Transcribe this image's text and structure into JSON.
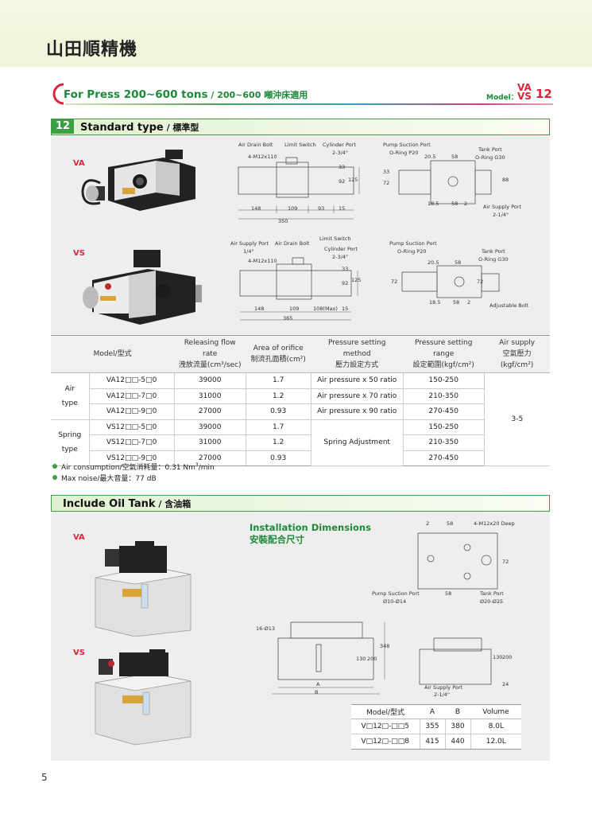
{
  "brand": "山田順精機",
  "press": {
    "title": "For Press 200~600 tons",
    "subtitle": " / 200~600 噸沖床適用",
    "model_label": "Model：",
    "model_va": "VA",
    "model_vs": "VS",
    "model_num": "12"
  },
  "section1": {
    "num": "12",
    "title": "Standard type",
    "subtitle": " / 標準型"
  },
  "section2": {
    "title": "Include Oil Tank",
    "subtitle": " / 含油箱"
  },
  "labels": {
    "va": "VA",
    "vs": "VS"
  },
  "drawing_va_side": {
    "air_drain_bolt": "Air Drain Bolt",
    "m12": "4-M12x110",
    "limit_switch": "Limit Switch",
    "cyl_port": "Cylinder Port",
    "cyl_size": "2-3/4\"",
    "d148": "148",
    "d109": "109",
    "d93": "93",
    "d350": "350",
    "d33": "33",
    "d92": "92",
    "d125": "125",
    "d15": "15"
  },
  "drawing_va_end": {
    "pump_port": "Pump Suction Port",
    "pump_ring": "O-Ring P20",
    "tank_port": "Tank Port",
    "tank_ring": "O-Ring G30",
    "d205": "20.5",
    "d58": "58",
    "d33": "33",
    "d72": "72",
    "d88": "88",
    "d185": "18.5",
    "d58b": "58",
    "d2": "2",
    "air_supply": "Air Supply Port",
    "air_size": "2-1/4\""
  },
  "drawing_vs_side": {
    "air_supply": "Air Supply Port",
    "air_size": "1/4\"",
    "air_drain": "Air Drain Bolt",
    "m12": "4-M12x110",
    "limit_switch": "Limit Switch",
    "cyl_port": "Cylinder Port",
    "cyl_size": "2-3/4\"",
    "d148": "148",
    "d109": "109",
    "d108": "108(Max)",
    "d365": "365",
    "d33": "33",
    "d92": "92",
    "d125": "125",
    "d15": "15"
  },
  "drawing_vs_end": {
    "pump_port": "Pump Suction Port",
    "pump_ring": "O-Ring P20",
    "tank_port": "Tank Port",
    "tank_ring": "O-Ring G30",
    "d205": "20.5",
    "d58": "58",
    "d72": "72",
    "d72b": "72",
    "d185": "18.5",
    "d58b": "58",
    "d2": "2",
    "adj_bolt": "Adjustable Bolt"
  },
  "spec": {
    "headers": {
      "model": "Model/型式",
      "flow_en": "Releasing flow rate",
      "flow_zh": "洩放流量(cm³/sec)",
      "orifice_en": "Area of orifice",
      "orifice_zh": "制流孔面積(cm²)",
      "method_en": "Pressure setting method",
      "method_zh": "壓力設定方式",
      "range_en": "Pressure setting range",
      "range_zh": "設定範圍(kgf/cm²)",
      "supply_en": "Air supply",
      "supply_zh": "空氣壓力(kgf/cm²)"
    },
    "air_type_1": "Air",
    "air_type_2": "type",
    "spring_type_1": "Spring",
    "spring_type_2": "type",
    "rows": [
      {
        "model": "VA12□□-5□0",
        "flow": "39000",
        "orifice": "1.7",
        "method": "Air pressure x 50 ratio",
        "range": "150-250"
      },
      {
        "model": "VA12□□-7□0",
        "flow": "31000",
        "orifice": "1.2",
        "method": "Air pressure x 70 ratio",
        "range": "210-350"
      },
      {
        "model": "VA12□□-9□0",
        "flow": "27000",
        "orifice": "0.93",
        "method": "Air pressure x 90 ratio",
        "range": "270-450"
      },
      {
        "model": "VS12□□-5□0",
        "flow": "39000",
        "orifice": "1.7",
        "range": "150-250"
      },
      {
        "model": "VS12□□-7□0",
        "flow": "31000",
        "orifice": "1.2",
        "range": "210-350"
      },
      {
        "model": "VS12□□-9□0",
        "flow": "27000",
        "orifice": "0.93",
        "range": "270-450"
      }
    ],
    "spring_method": "Spring Adjustment",
    "air_supply": "3-5"
  },
  "notes": {
    "consumption_prefix": "Air consumption/空氣消耗量：0.31 Nm",
    "consumption_sup": "3",
    "consumption_suffix": "/min",
    "noise": "Max noise/最大音量：77 dB"
  },
  "installation": {
    "title_en": "Installation Dimensions",
    "title_zh": "安裝配合尺寸",
    "d2": "2",
    "d58": "58",
    "m12": "4-M12x20 Deep",
    "d72": "72",
    "pump_port": "Pump Suction Port",
    "pump_size": "Ø10-Ø14",
    "d58b": "58",
    "tank_port": "Tank Port",
    "tank_size": "Ø20-Ø25"
  },
  "tank_drawing": {
    "d16": "16-Ø13",
    "d348": "348",
    "d130": "130",
    "d200": "200",
    "A": "A",
    "B": "B",
    "d130b": "130",
    "d200b": "200",
    "d24": "24",
    "air_supply": "Air Supply Port",
    "air_size": "2-1/4\""
  },
  "volume_table": {
    "headers": {
      "model": "Model/型式",
      "a": "A",
      "b": "B",
      "volume": "Volume"
    },
    "rows": [
      {
        "model": "V□12□-□□5",
        "a": "355",
        "b": "380",
        "volume": "8.0L"
      },
      {
        "model": "V□12□-□□8",
        "a": "415",
        "b": "440",
        "volume": "12.0L"
      }
    ]
  },
  "page_number": "5"
}
